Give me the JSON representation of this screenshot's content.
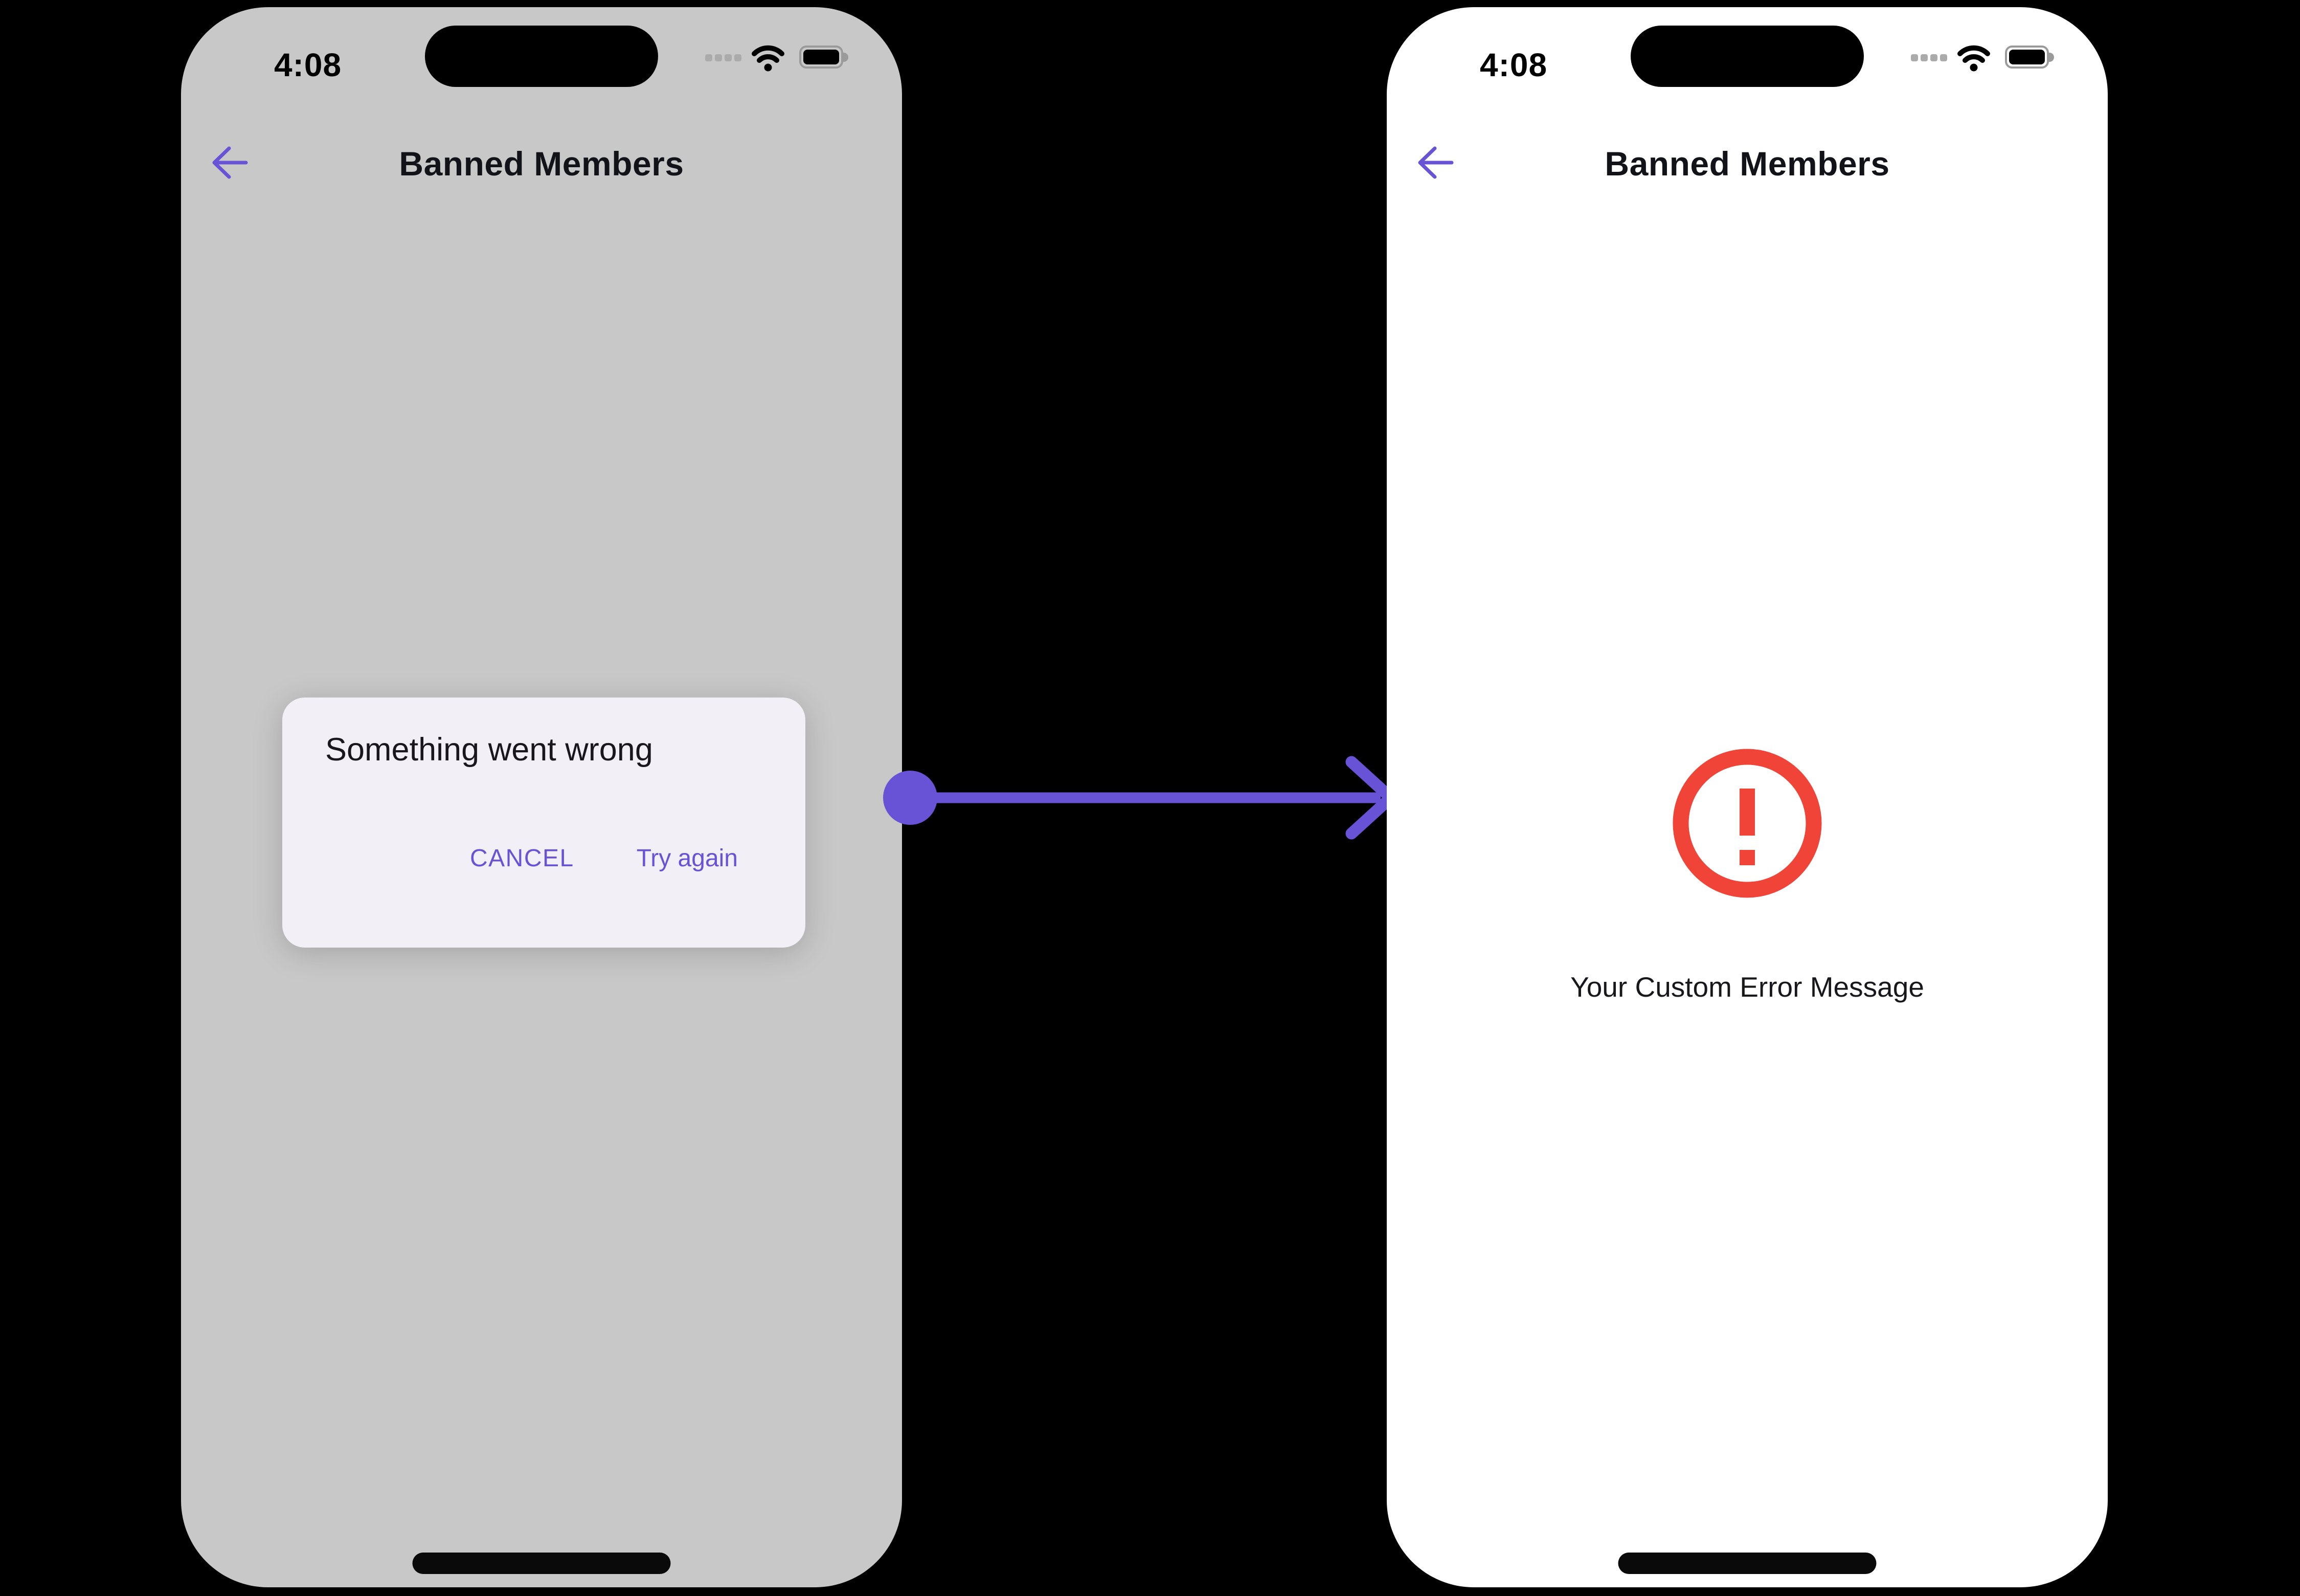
{
  "status_bar": {
    "time": "4:08",
    "cellular_icon": "cellular-signal-dots",
    "wifi_icon": "wifi",
    "battery_icon": "battery-full"
  },
  "header": {
    "back_icon": "arrow-left",
    "title": "Banned Members"
  },
  "dialog": {
    "title": "Something went wrong",
    "cancel_label": "CANCEL",
    "try_again_label": "Try again"
  },
  "error_state": {
    "icon": "alert-circle",
    "message": "Your Custom Error Message"
  },
  "connector": {
    "icon": "flow-arrow-right",
    "direction": "left-phone-to-right-phone"
  },
  "colors": {
    "primary_purple": "#6852D6",
    "error_red": "#F04438",
    "scrim_gray": "#C8C8C8",
    "dialog_bg": "#F2EFF7",
    "phone_bg": "#FFFFFF",
    "canvas_bg": "#000000",
    "text_primary": "#17171C"
  }
}
